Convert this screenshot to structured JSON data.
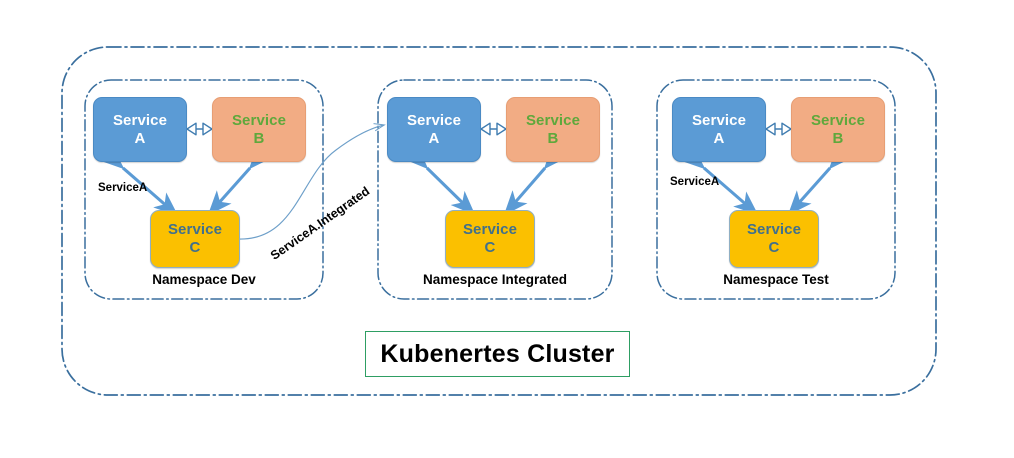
{
  "diagram": {
    "title": "Kubenertes Cluster",
    "title_border_color": "#2E9E63",
    "cluster_border_color": "#3A6F9E",
    "namespace_border_color": "#3A6F9E",
    "arrow_color": "#5B9BD5",
    "curve_color": "#6D9FC9"
  },
  "services": {
    "a": {
      "line1": "Service",
      "line2": "A",
      "fill": "#5B9BD5",
      "text_color": "#FFFFFF"
    },
    "b": {
      "line1": "Service",
      "line2": "B",
      "fill": "#F2AC84",
      "text_color": "#5FA83C"
    },
    "c": {
      "line1": "Service",
      "line2": "C",
      "fill": "#FBC000",
      "text_color": "#41708C"
    }
  },
  "namespaces": [
    {
      "id": "dev",
      "label": "Namespace Dev",
      "edge_label": "ServiceA"
    },
    {
      "id": "integrated",
      "label": "Namespace Integrated",
      "edge_label": ""
    },
    {
      "id": "test",
      "label": "Namespace Test",
      "edge_label": "ServiceA"
    }
  ],
  "cross_namespace_link": {
    "label": "ServiceA.Integrated",
    "from": "dev.service-c",
    "to": "integrated.service-a"
  }
}
